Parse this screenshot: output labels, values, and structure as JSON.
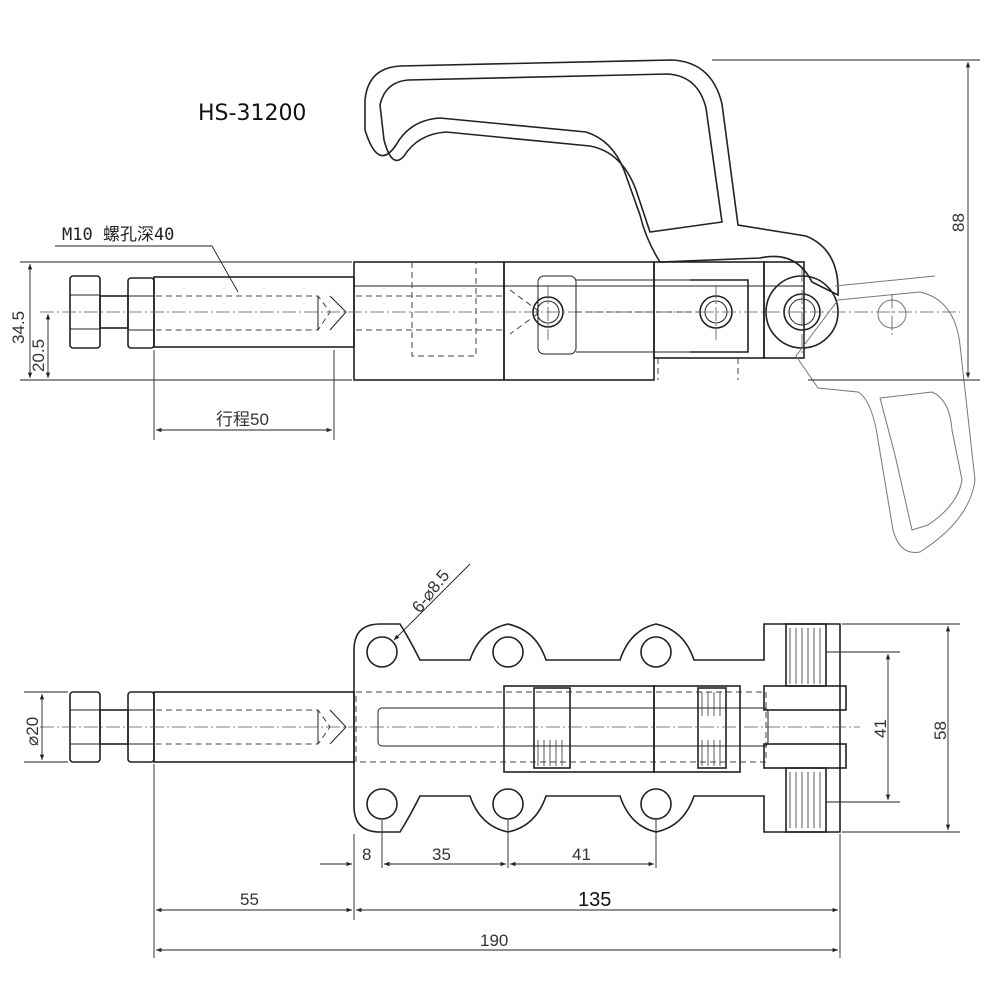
{
  "title": "HS-31200",
  "thread_note": "M10 螺孔深40",
  "stroke_label": "行程50",
  "dimensions": {
    "height_total": "88",
    "height_345": "34.5",
    "height_205": "20.5",
    "rod_dia": "⌀20",
    "holes": "6-⌀8.5",
    "width_41": "41",
    "width_58": "58",
    "d8": "8",
    "d35": "35",
    "d41": "41",
    "d55": "55",
    "d135": "135",
    "d190": "190"
  }
}
